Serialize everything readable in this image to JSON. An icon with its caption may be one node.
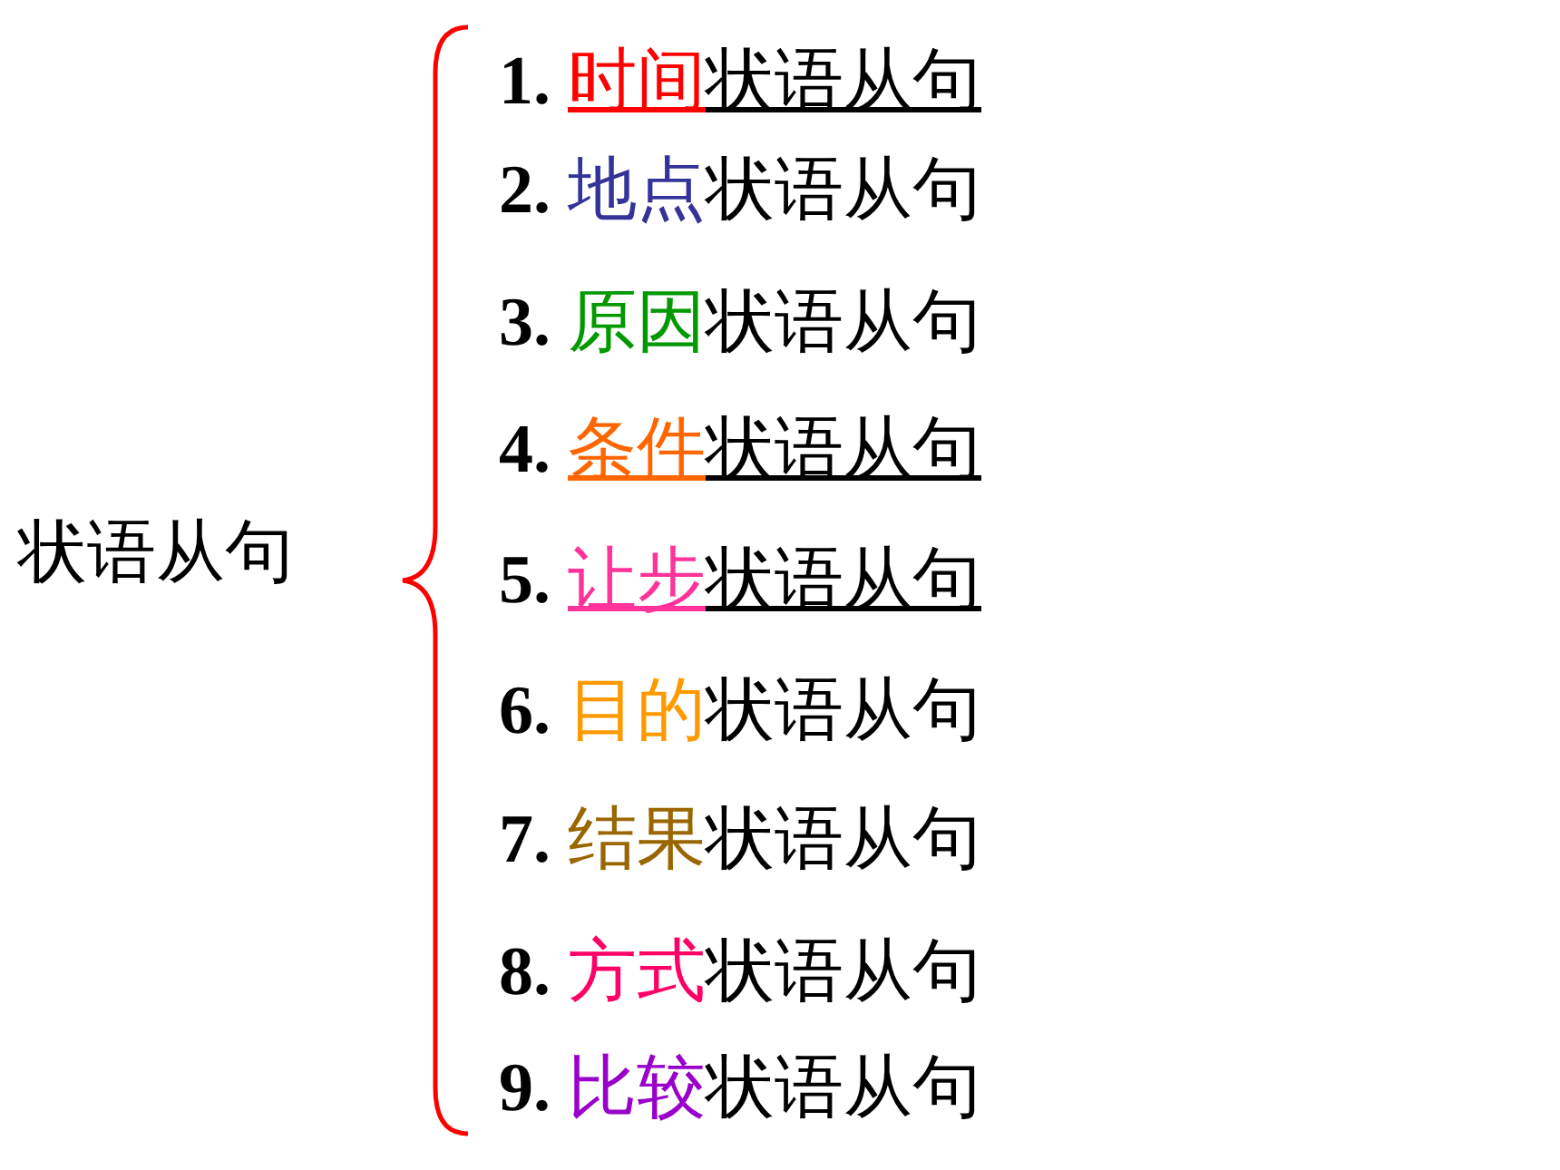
{
  "diagram": {
    "labels": [
      "状语从句",
      "1. 时间状语从句",
      "2. 地点状语从句",
      "3. 原因状语从句",
      "4. 条件状语从句",
      "5. 让步状语从句",
      "6. 目的状语从句",
      "7. 结果状语从句",
      "8. 方式状语从句",
      "9. 比较状语从句"
    ]
  }
}
